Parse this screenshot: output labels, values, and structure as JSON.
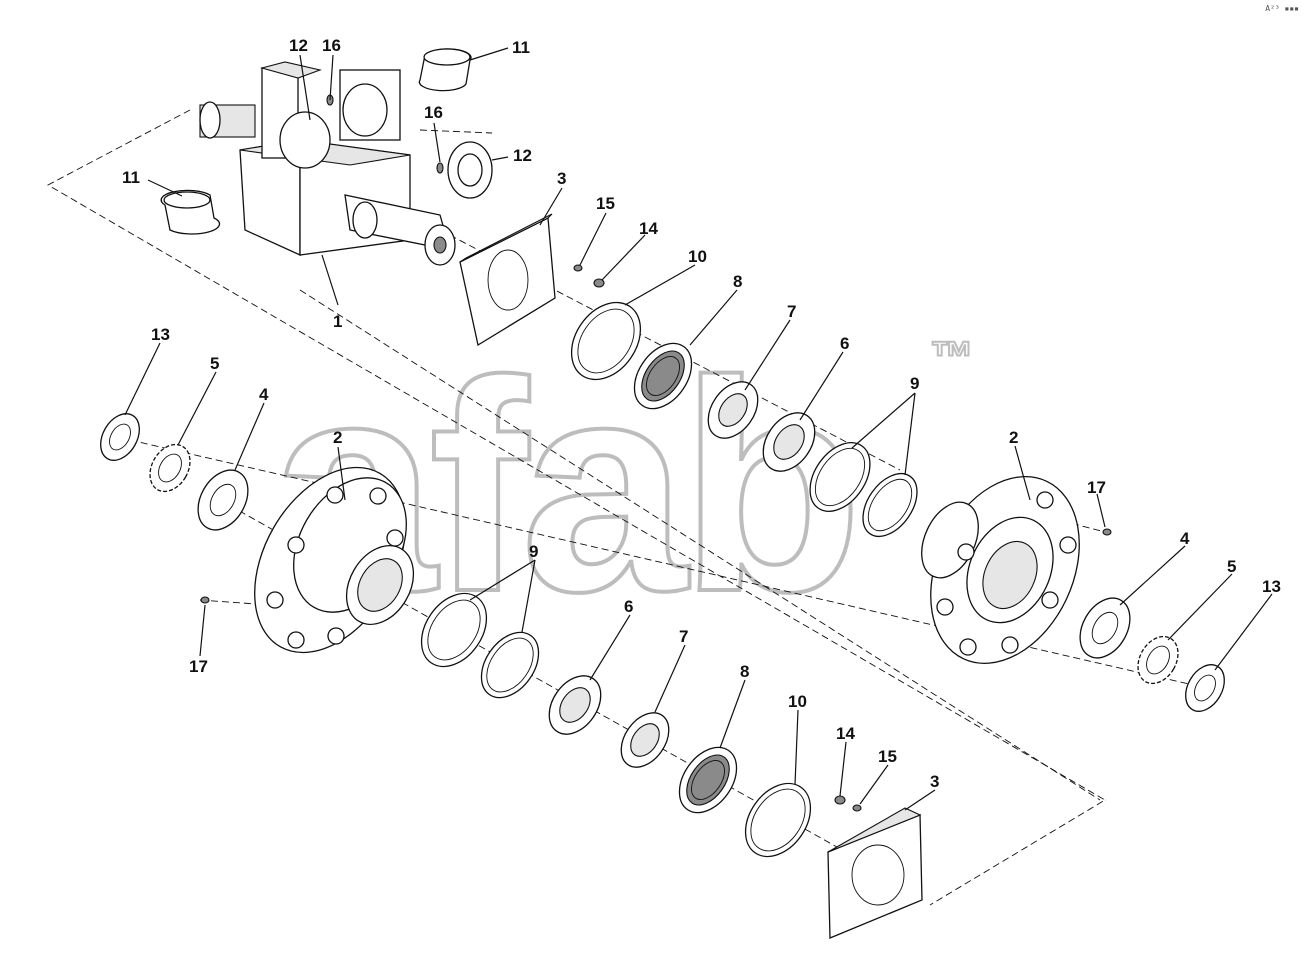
{
  "watermark": {
    "text": "afab",
    "trademark": "™"
  },
  "corner_code": "A²³ ▪▪▪",
  "callouts": {
    "c1": "1",
    "c2a": "2",
    "c2b": "2",
    "c3a": "3",
    "c3b": "3",
    "c4a": "4",
    "c4b": "4",
    "c5a": "5",
    "c5b": "5",
    "c6a": "6",
    "c6b": "6",
    "c7a": "7",
    "c7b": "7",
    "c8a": "8",
    "c8b": "8",
    "c9a": "9",
    "c9b": "9",
    "c10a": "10",
    "c10b": "10",
    "c11a": "11",
    "c11b": "11",
    "c12a": "12",
    "c12b": "12",
    "c13a": "13",
    "c13b": "13",
    "c14a": "14",
    "c14b": "14",
    "c15a": "15",
    "c15b": "15",
    "c16a": "16",
    "c16b": "16",
    "c17a": "17",
    "c17b": "17"
  }
}
